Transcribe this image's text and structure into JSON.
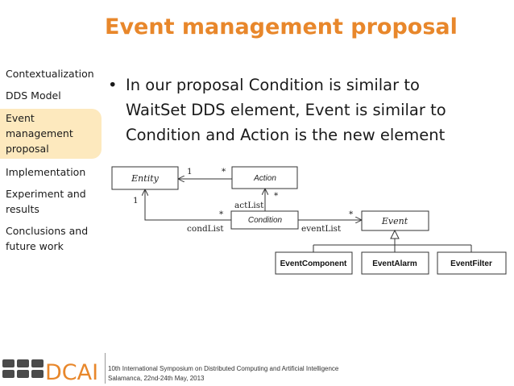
{
  "slide": {
    "title": "Event management proposal",
    "bullet": {
      "marker": "•",
      "lines": [
        "In our proposal Condition is similar to",
        "WaitSet DDS element, Event is similar to",
        "Condition and Action is the new element"
      ]
    }
  },
  "sidebar": {
    "items": [
      {
        "lines": [
          "Contextualization"
        ],
        "active": false
      },
      {
        "lines": [
          "DDS Model"
        ],
        "active": false
      },
      {
        "lines": [
          "Event",
          "management",
          "proposal"
        ],
        "active": true
      },
      {
        "lines": [
          "Implementation"
        ],
        "active": false
      },
      {
        "lines": [
          "Experiment and",
          "results"
        ],
        "active": false
      },
      {
        "lines": [
          "Conclusions and",
          "future work"
        ],
        "active": false
      }
    ],
    "active_color": "#FDE9BE"
  },
  "diagram": {
    "classes": {
      "entity": "Entity",
      "action": "Action",
      "condition": "Condition",
      "event": "Event",
      "event_component": "EventComponent",
      "event_alarm": "EventAlarm",
      "event_filter": "EventFilter"
    },
    "multiplicities": {
      "entity_action_one": "1",
      "entity_action_many": "*",
      "action_condition_many": "*",
      "entity_condition_one": "1",
      "entity_condition_many": "*",
      "condition_event_many": "*"
    },
    "roles": {
      "act_list": "actList",
      "cond_list": "condList",
      "event_list": "eventList"
    }
  },
  "footer": {
    "logo_text": "DCAI",
    "line1": "10th International Symposium on Distributed Computing and Artificial Intelligence",
    "line2": "Salamanca, 22nd-24th May, 2013"
  },
  "colors": {
    "title": "#E8872B",
    "logo_grey": "#4a4a4a",
    "logo_orange": "#E8872B"
  }
}
